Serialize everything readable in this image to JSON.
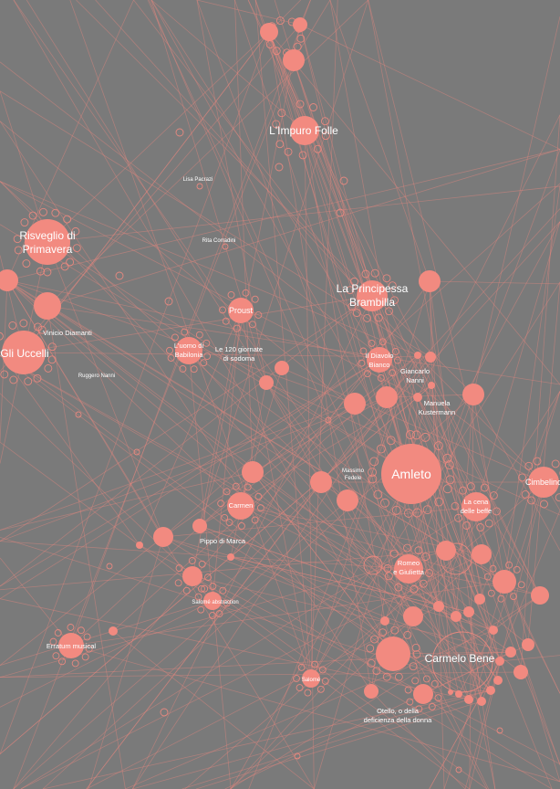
{
  "colors": {
    "background": "#7a7a7a",
    "node": "#f28a80",
    "edge": "#e8877f",
    "label": "#ffffff"
  },
  "labels": {
    "impuro_folle": "L'Impuro Folle",
    "lisa_pacrazi": "Lisa Pacrazi",
    "rita_corradini": "Rita Corradini",
    "risveglio_line1": "Risveglio di",
    "risveglio_line2": "Primavera",
    "principessa_line1": "La Principessa",
    "principessa_line2": "Brambilla",
    "proust": "Proust",
    "vinicio_diamanti": "Vinicio Diamanti",
    "gli_uccelli": "Gli Uccelli",
    "ruggero_nanni": "Ruggero Nanni",
    "uomo_line1": "L'uomo di",
    "uomo_line2": "Babilonia",
    "le120_line1": "Le 120 giornate",
    "le120_line2": "di sodoma",
    "diavolo_line1": "Il Diavolo",
    "diavolo_line2": "Bianco",
    "giancarlo_line1": "Giancarlo",
    "giancarlo_line2": "Nanni",
    "manuela_line1": "Manuela",
    "manuela_line2": "Kustermann",
    "massimo_line1": "Massimo",
    "massimo_line2": "Fedele",
    "amleto": "Amleto",
    "cimbelino": "Cimbelino",
    "cena_line1": "La cena",
    "cena_line2": "delle beffe",
    "carmen": "Carmen",
    "pippo": "Pippo di Marca",
    "romeo_line1": "Romeo",
    "romeo_line2": "e Giulietta",
    "salome_abstraction": "Salomé abstraction",
    "erratum": "Erratum musical",
    "carmelo_bene": "Carmelo Bene",
    "salome": "Salomé",
    "otello_line1": "Otello, o della",
    "otello_line2": "deficienza della donna"
  }
}
